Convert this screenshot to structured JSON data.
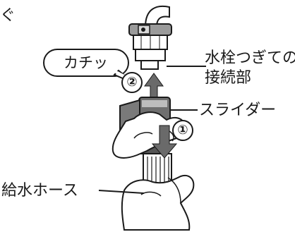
{
  "top_left_fragment": "ぐ",
  "balloon": {
    "text": "カチッ"
  },
  "labels": {
    "faucet_joint_line1": "水栓つぎての",
    "faucet_joint_line2": "接続部",
    "slider": "スライダー",
    "supply_hose": "給水ホース"
  },
  "steps": {
    "step1": "①",
    "step2": "②"
  }
}
